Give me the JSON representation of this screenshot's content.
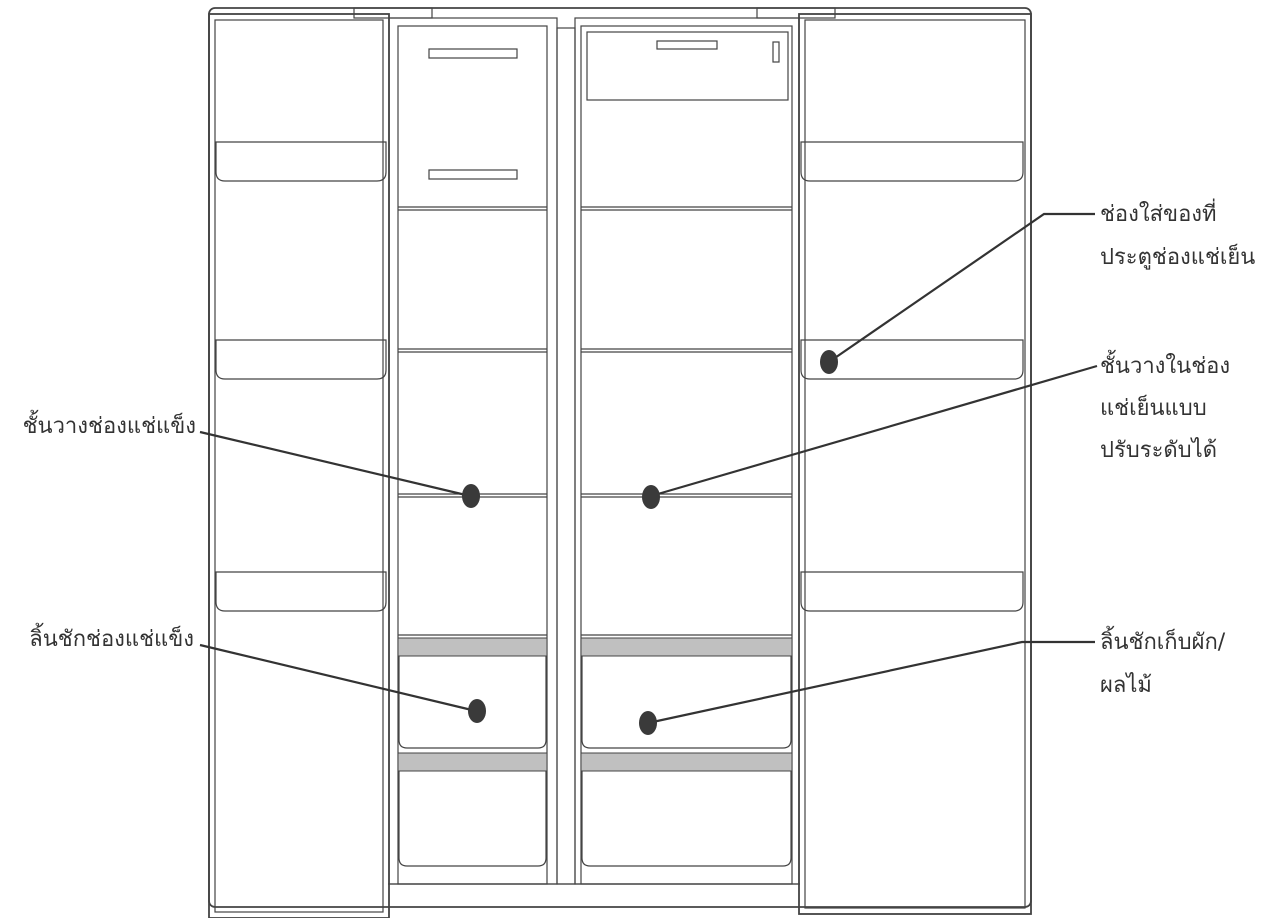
{
  "callouts": {
    "freezer_shelf": "ชั้นวางช่องแช่แข็ง",
    "freezer_drawer": "ลิ้นชักช่องแช่แข็ง",
    "door_bin_line1": "ช่องใส่ของที่",
    "door_bin_line2": "ประตูช่องแช่เย็น",
    "fridge_shelf_line1": "ชั้นวางในช่อง",
    "fridge_shelf_line2": "แช่เย็นแบบ",
    "fridge_shelf_line3": "ปรับระดับได้",
    "crisper_line1": "ลิ้นชักเก็บผัก/",
    "crisper_line2": "ผลไม้"
  },
  "colors": {
    "outline": "#444444",
    "text": "#333333",
    "drawer_band": "#c0c0c0",
    "marker": "#3a3a3a"
  }
}
